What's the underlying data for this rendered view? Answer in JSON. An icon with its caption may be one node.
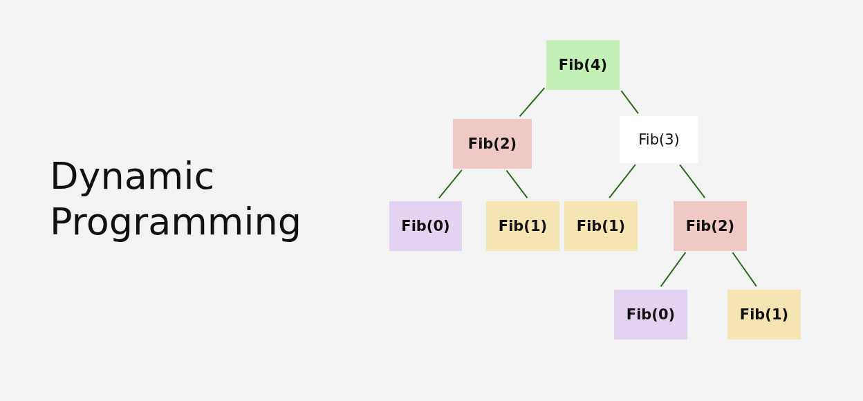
{
  "diagram": {
    "title": "Dynamic Programming",
    "nodes": [
      {
        "text": [
          "Fib(4)"
        ]
      },
      {
        "text": [
          "Fib(2)"
        ]
      },
      {
        "text": [
          "Fib(3)"
        ]
      },
      {
        "text": [
          "Fib(0)"
        ]
      },
      {
        "text": [
          "Fib(1)"
        ]
      },
      {
        "text": [
          "Fib(1)"
        ]
      },
      {
        "text": [
          "Fib(2)"
        ]
      },
      {
        "text": [
          "Fib(0)"
        ]
      },
      {
        "text": [
          "Fib(1)"
        ]
      }
    ],
    "edges": [
      {
        "from": 0,
        "to": 1,
        "arrow": "none"
      },
      {
        "from": 0,
        "to": 2,
        "arrow": "none"
      },
      {
        "from": 1,
        "to": 3,
        "arrow": "none"
      },
      {
        "from": 1,
        "to": 4,
        "arrow": "none"
      },
      {
        "from": 2,
        "to": 5,
        "arrow": "none"
      },
      {
        "from": 2,
        "to": 6,
        "arrow": "none"
      },
      {
        "from": 6,
        "to": 7,
        "arrow": "none"
      },
      {
        "from": 6,
        "to": 8,
        "arrow": "none"
      }
    ]
  }
}
